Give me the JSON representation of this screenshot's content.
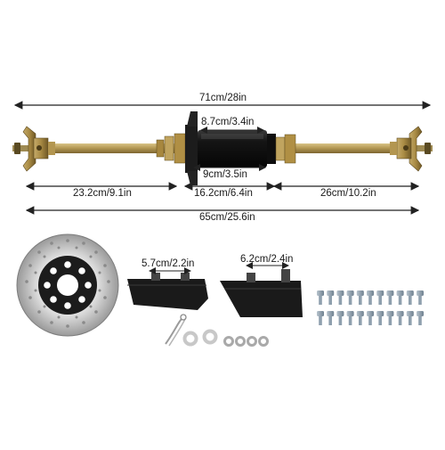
{
  "dimensions": {
    "overall_length": "71cm/28in",
    "bearing_housing_width": "8.7cm/3.4in",
    "housing_diameter": "9cm/3.5in",
    "left_section": "23.2cm/9.1in",
    "center_section": "16.2cm/6.4in",
    "right_section": "26cm/10.2in",
    "shaft_length": "65cm/25.6in",
    "guard_small_width": "5.7cm/2.2in",
    "guard_large_width": "6.2cm/2.4in"
  },
  "colors": {
    "shaft": "#b69a55",
    "hub": "#a88a43",
    "housing": "#151515",
    "disc": "#c9c9c9",
    "disc_hub": "#1c1c1c",
    "bolt": "#8fa0ae",
    "arrow": "#222222"
  },
  "parts": [
    "rear-axle",
    "brake-disc",
    "cotter-pin",
    "washers",
    "chain-guard-small",
    "chain-guard-large",
    "bolt-set"
  ]
}
